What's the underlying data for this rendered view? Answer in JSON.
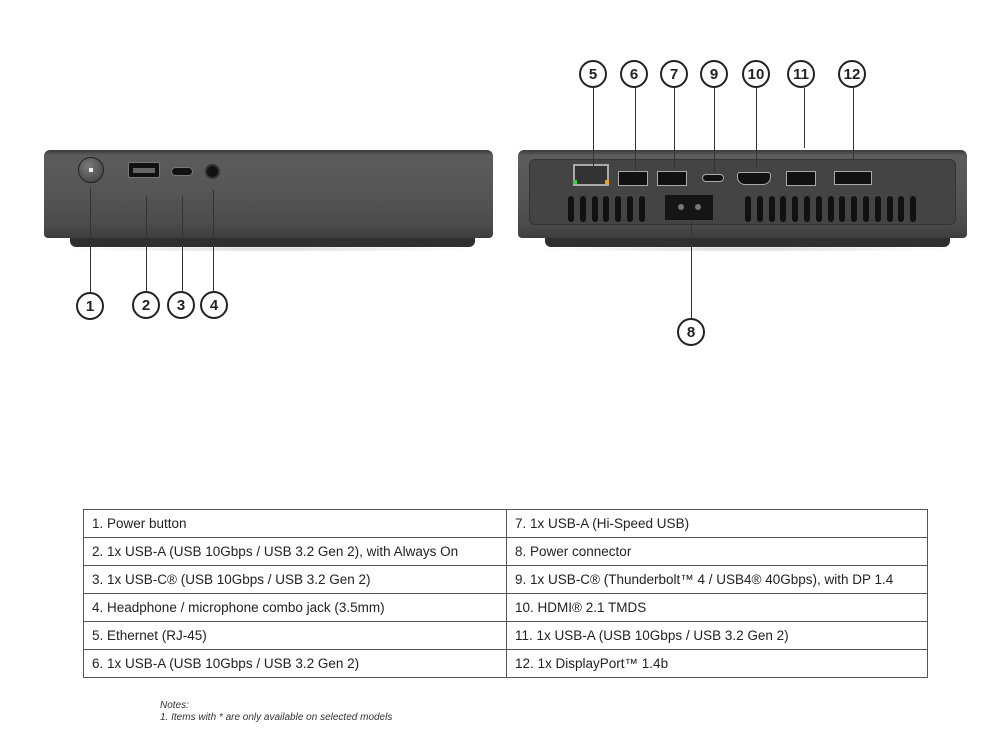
{
  "callouts": {
    "front": [
      "1",
      "2",
      "3",
      "4"
    ],
    "back": [
      "5",
      "6",
      "7",
      "9",
      "10",
      "11",
      "12"
    ],
    "bottom": "8"
  },
  "ports_table": {
    "left": [
      "1.  Power button",
      "2.  1x USB-A (USB 10Gbps / USB 3.2 Gen 2), with Always On",
      "3.  1x USB-C® (USB 10Gbps / USB 3.2 Gen 2)",
      "4.  Headphone / microphone combo jack (3.5mm)",
      "5.  Ethernet (RJ-45)",
      "6.  1x USB-A (USB 10Gbps / USB 3.2 Gen 2)"
    ],
    "right": [
      "7.  1x USB-A (Hi-Speed USB)",
      "8.  Power connector",
      "9.  1x USB-C® (Thunderbolt™ 4 / USB4® 40Gbps), with DP 1.4",
      "10. HDMI® 2.1 TMDS",
      "11.  1x USB-A (USB 10Gbps / USB 3.2 Gen 2)",
      "12. 1x DisplayPort™ 1.4b"
    ]
  },
  "notes": {
    "title": "Notes:",
    "items": [
      "1. Items with * are only available on selected models"
    ]
  },
  "colors": {
    "device": "#555555",
    "led_green": "#3ad13a",
    "led_amber": "#f0a020"
  }
}
